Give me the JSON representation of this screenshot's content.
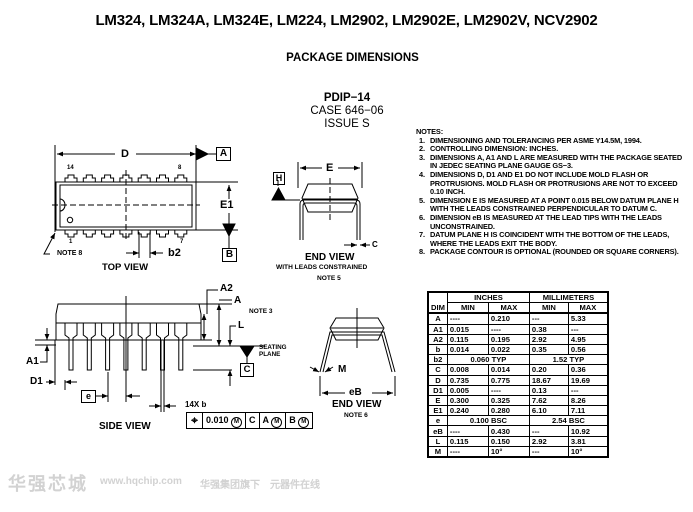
{
  "header": {
    "title": "LM324, LM324A, LM324E, LM224, LM2902, LM2902E, LM2902V, NCV2902",
    "subtitle": "PACKAGE DIMENSIONS"
  },
  "package": {
    "name": "PDIP−14",
    "case": "CASE 646−06",
    "issue": "ISSUE S"
  },
  "notes": {
    "heading": "NOTES:",
    "items": [
      {
        "num": "1.",
        "text": "DIMENSIONING AND TOLERANCING PER ASME Y14.5M, 1994."
      },
      {
        "num": "2.",
        "text": "CONTROLLING DIMENSION: INCHES."
      },
      {
        "num": "3.",
        "text": "DIMENSIONS A, A1 AND L ARE MEASURED WITH THE PACKAGE SEATED IN JEDEC SEATING PLANE GAUGE GS−3."
      },
      {
        "num": "4.",
        "text": "DIMENSIONS D, D1 AND E1 DO NOT INCLUDE MOLD FLASH OR PROTRUSIONS. MOLD FLASH OR PROTRUSIONS ARE NOT TO EXCEED 0.10 INCH."
      },
      {
        "num": "5.",
        "text": "DIMENSION E IS MEASURED AT A POINT 0.015 BELOW DATUM PLANE H WITH THE LEADS CONSTRAINED PERPENDICULAR TO DATUM C."
      },
      {
        "num": "6.",
        "text": "DIMENSION eB IS MEASURED AT THE LEAD TIPS WITH THE LEADS UNCONSTRAINED."
      },
      {
        "num": "7.",
        "text": "DATUM PLANE H IS COINCIDENT WITH THE BOTTOM OF THE LEADS, WHERE THE LEADS EXIT THE BODY."
      },
      {
        "num": "8.",
        "text": "PACKAGE CONTOUR IS OPTIONAL (ROUNDED OR SQUARE CORNERS)."
      }
    ]
  },
  "table": {
    "group_headers": [
      "INCHES",
      "MILLIMETERS"
    ],
    "col_headers": [
      "DIM",
      "MIN",
      "MAX",
      "MIN",
      "MAX"
    ],
    "rows": [
      {
        "dim": "A",
        "in_min": "----",
        "in_max": "0.210",
        "mm_min": "---",
        "mm_max": "5.33"
      },
      {
        "dim": "A1",
        "in_min": "0.015",
        "in_max": "----",
        "mm_min": "0.38",
        "mm_max": "---"
      },
      {
        "dim": "A2",
        "in_min": "0.115",
        "in_max": "0.195",
        "mm_min": "2.92",
        "mm_max": "4.95"
      },
      {
        "dim": "b",
        "in_min": "0.014",
        "in_max": "0.022",
        "mm_min": "0.35",
        "mm_max": "0.56"
      },
      {
        "dim": "b2",
        "in_span": "0.060 TYP",
        "mm_span": "1.52 TYP"
      },
      {
        "dim": "C",
        "in_min": "0.008",
        "in_max": "0.014",
        "mm_min": "0.20",
        "mm_max": "0.36"
      },
      {
        "dim": "D",
        "in_min": "0.735",
        "in_max": "0.775",
        "mm_min": "18.67",
        "mm_max": "19.69"
      },
      {
        "dim": "D1",
        "in_min": "0.005",
        "in_max": "----",
        "mm_min": "0.13",
        "mm_max": "---"
      },
      {
        "dim": "E",
        "in_min": "0.300",
        "in_max": "0.325",
        "mm_min": "7.62",
        "mm_max": "8.26"
      },
      {
        "dim": "E1",
        "in_min": "0.240",
        "in_max": "0.280",
        "mm_min": "6.10",
        "mm_max": "7.11"
      },
      {
        "dim": "e",
        "in_span": "0.100 BSC",
        "mm_span": "2.54 BSC"
      },
      {
        "dim": "eB",
        "in_min": "----",
        "in_max": "0.430",
        "mm_min": "---",
        "mm_max": "10.92"
      },
      {
        "dim": "L",
        "in_min": "0.115",
        "in_max": "0.150",
        "mm_min": "2.92",
        "mm_max": "3.81"
      },
      {
        "dim": "M",
        "in_min": "----",
        "in_max": "10°",
        "mm_min": "---",
        "mm_max": "10°"
      }
    ]
  },
  "top_view": {
    "title": "TOP VIEW",
    "dim_D": "D",
    "datum_A": "A",
    "dim_E1": "E1",
    "datum_B": "B",
    "pin_14": "14",
    "pin_8": "8",
    "pin_1": "1",
    "pin_7": "7",
    "dim_b2": "b2",
    "note": "NOTE 8"
  },
  "end_view_1": {
    "title": "END VIEW",
    "subtitle": "WITH LEADS CONSTRAINED",
    "note": "NOTE 5",
    "dim_E": "E",
    "datum_H": "H",
    "dim_C": "C"
  },
  "side_view": {
    "title": "SIDE VIEW",
    "dim_A2": "A2",
    "dim_A": "A",
    "note": "NOTE 3",
    "dim_L": "L",
    "seating_line1": "SEATING",
    "seating_line2": "PLANE",
    "datum_C": "C",
    "dim_A1": "A1",
    "dim_D1": "D1",
    "dim_e": "e",
    "dim_b": "14X b"
  },
  "fcf": {
    "symbol": "position-icon",
    "tolerance": "0.010",
    "mod1": "M",
    "datum1": "C",
    "datum2": "A",
    "mod2": "M",
    "datum3": "B",
    "mod3": "M"
  },
  "end_view_2": {
    "title": "END VIEW",
    "note": "NOTE 6",
    "dim_M": "M",
    "dim_eB": "eB"
  },
  "watermark": {
    "brand": "华强芯城",
    "url": "www.hqchip.com",
    "tagline1": "华强集团旗下",
    "tagline2": "元器件在线"
  }
}
